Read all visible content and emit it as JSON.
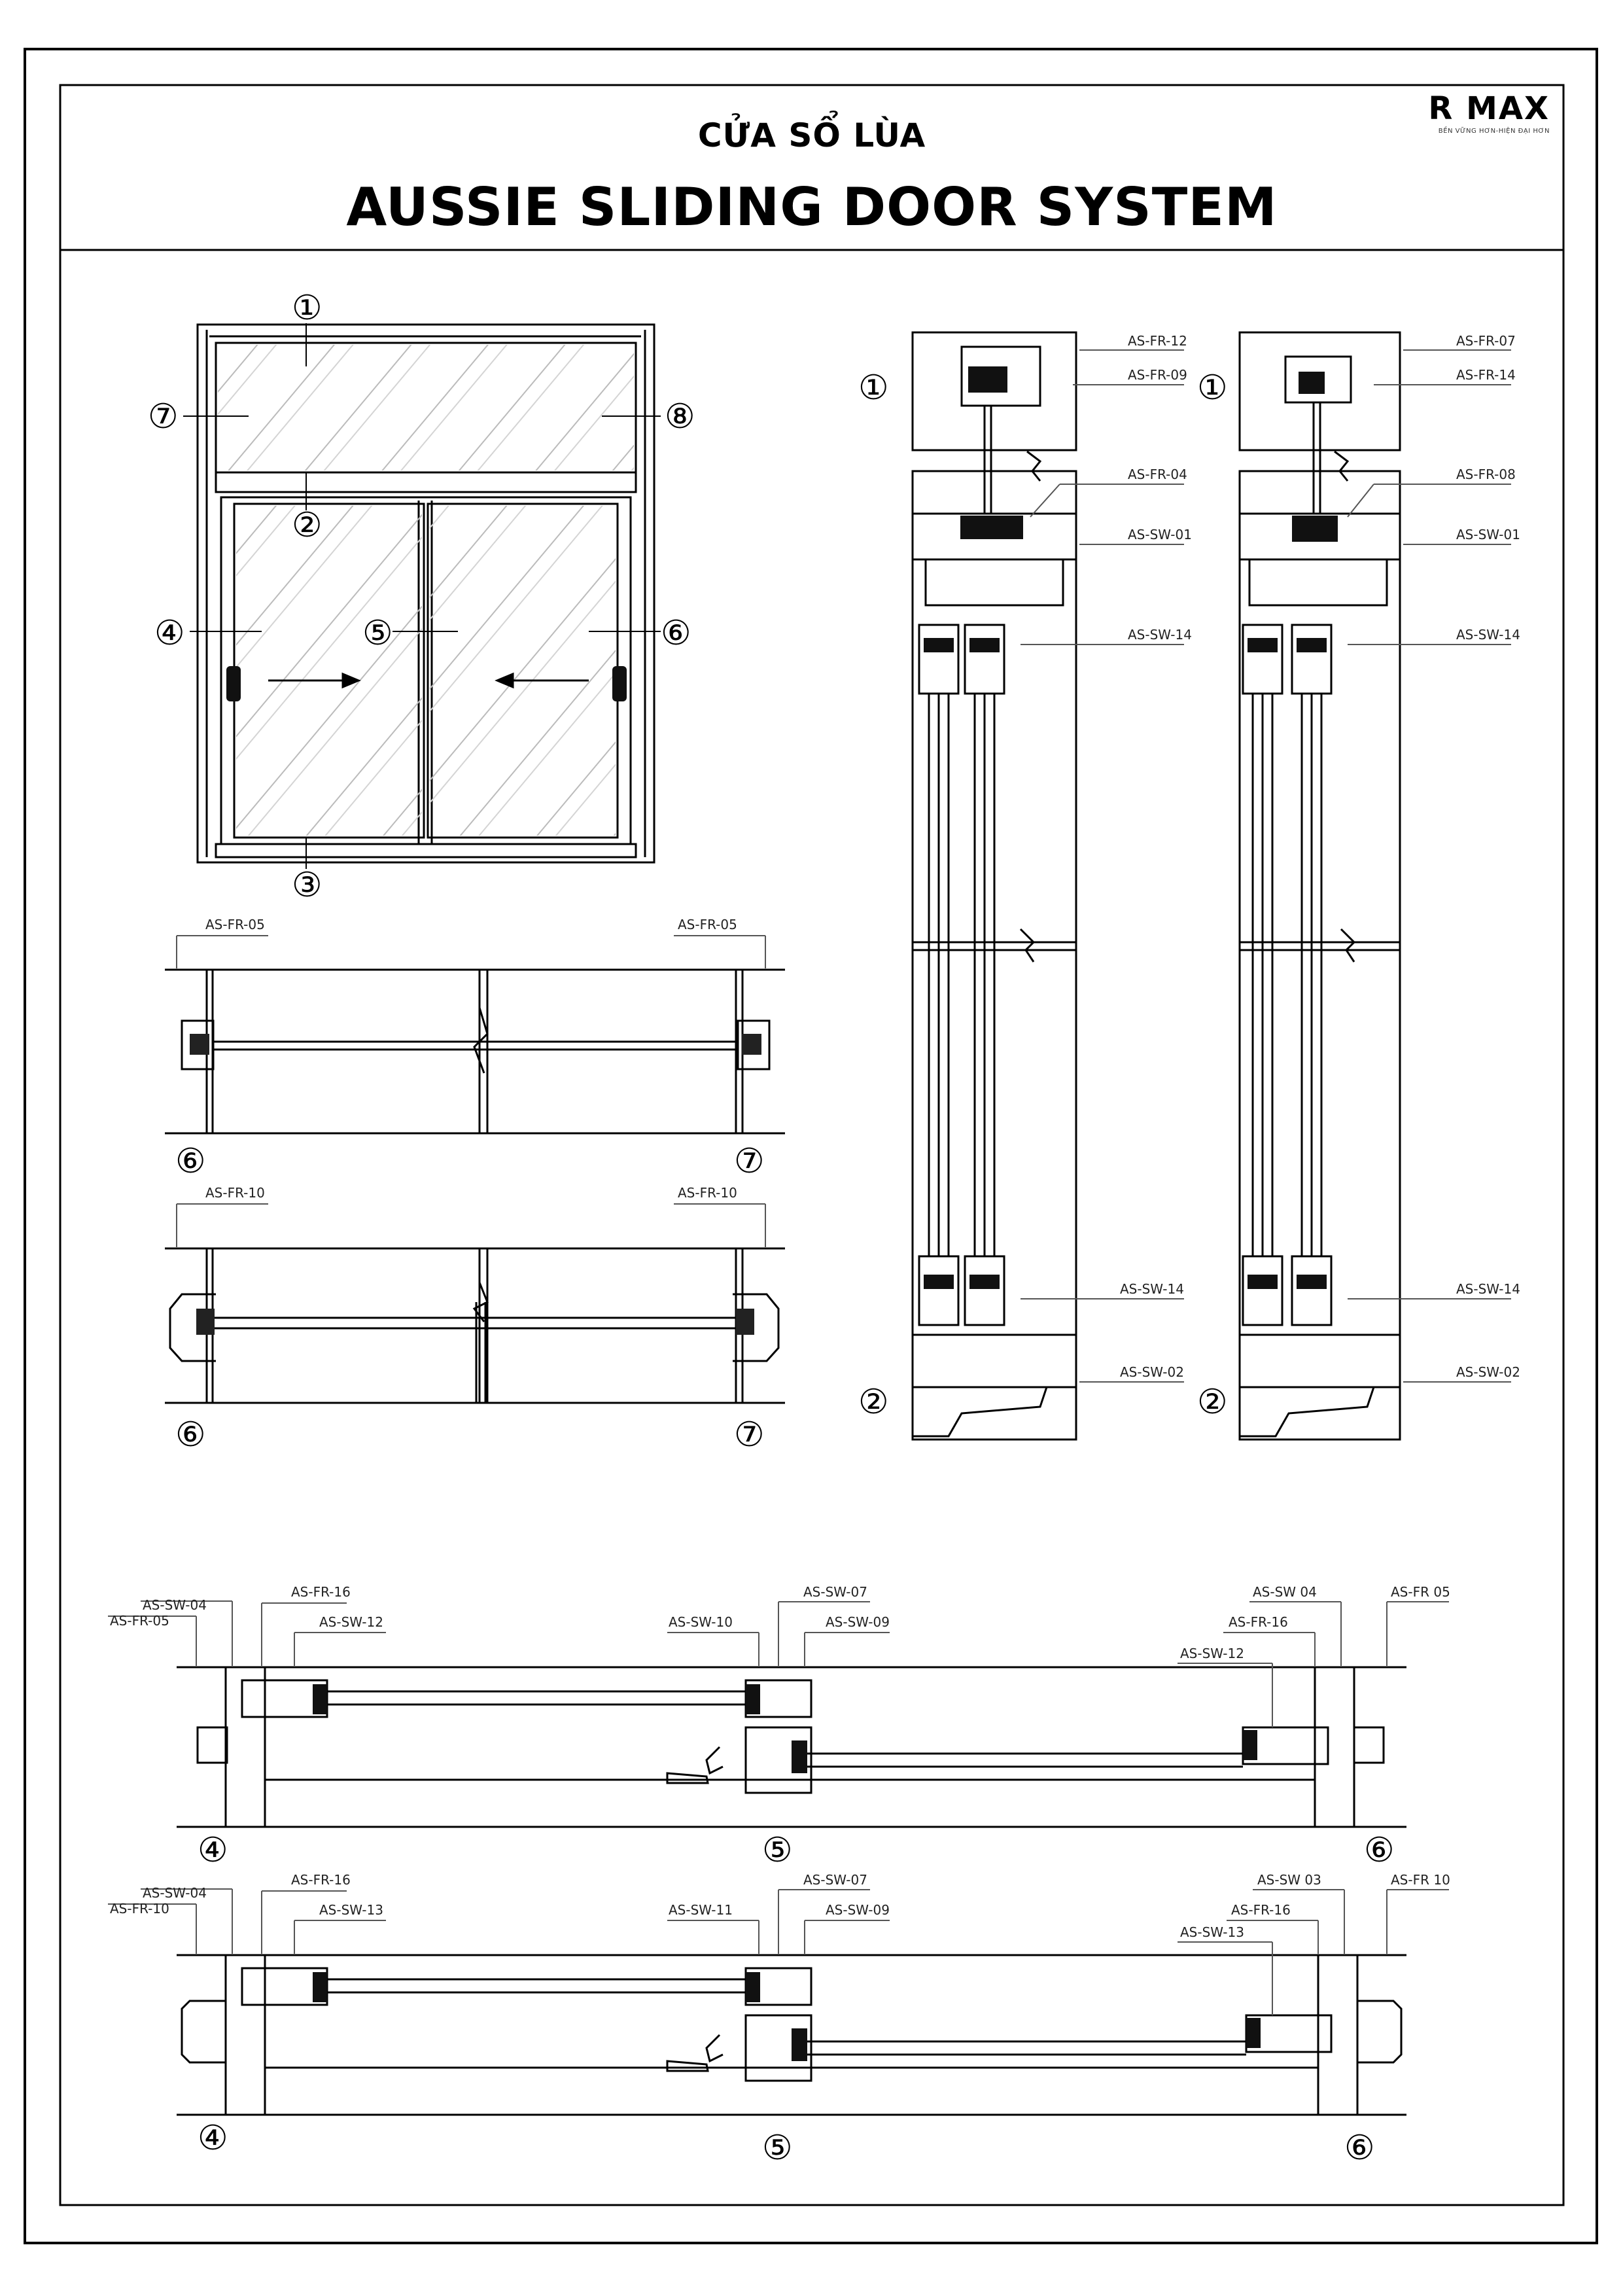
{
  "header": {
    "subtitle": "CỬA SỔ LÙA",
    "title": "AUSSIE SLIDING DOOR SYSTEM",
    "brand": "R MAX",
    "tagline": "BỀN VỮNG HƠN-HIỆN ĐẠI HƠN"
  },
  "elevation": {
    "markers": [
      "①",
      "②",
      "③",
      "④",
      "⑤",
      "⑥",
      "⑦",
      "⑧"
    ]
  },
  "section_top": {
    "labels": {
      "left": "AS-FR-05",
      "right": "AS-FR-05"
    },
    "markers": {
      "left": "⑥",
      "right": "⑦"
    }
  },
  "section_mid": {
    "labels": {
      "left": "AS-FR-10",
      "right": "AS-FR-10"
    },
    "markers": {
      "left": "⑥",
      "right": "⑦"
    }
  },
  "vertical_a": {
    "labels": [
      "AS-FR-12",
      "AS-FR-09",
      "AS-FR-04",
      "AS-SW-01",
      "AS-SW-14",
      "AS-SW-14",
      "AS-SW-02"
    ],
    "markers": {
      "top": "①",
      "bottom": "②"
    }
  },
  "vertical_b": {
    "labels": [
      "AS-FR-07",
      "AS-FR-14",
      "AS-FR-08",
      "AS-SW-01",
      "AS-SW-14",
      "AS-SW-14",
      "AS-SW-02"
    ],
    "markers": {
      "top": "①",
      "bottom": "②"
    }
  },
  "plan_a": {
    "labels": {
      "sw04": "AS-SW-04",
      "fr05": "AS-FR-05",
      "fr16": "AS-FR-16",
      "sw12": "AS-SW-12",
      "sw10": "AS-SW-10",
      "sw07": "AS-SW-07",
      "sw09": "AS-SW-09",
      "sw04r": "AS-SW 04",
      "fr16r": "AS-FR-16",
      "fr05r": "AS-FR 05",
      "sw12r": "AS-SW-12"
    },
    "markers": [
      "④",
      "⑤",
      "⑥"
    ]
  },
  "plan_b": {
    "labels": {
      "sw04": "AS-SW-04",
      "fr10": "AS-FR-10",
      "fr16": "AS-FR-16",
      "sw13": "AS-SW-13",
      "sw11": "AS-SW-11",
      "sw07": "AS-SW-07",
      "sw09": "AS-SW-09",
      "sw03r": "AS-SW 03",
      "fr16r": "AS-FR-16",
      "fr10r": "AS-FR 10",
      "sw13r": "AS-SW-13"
    },
    "markers": [
      "④",
      "⑤",
      "⑥"
    ]
  }
}
